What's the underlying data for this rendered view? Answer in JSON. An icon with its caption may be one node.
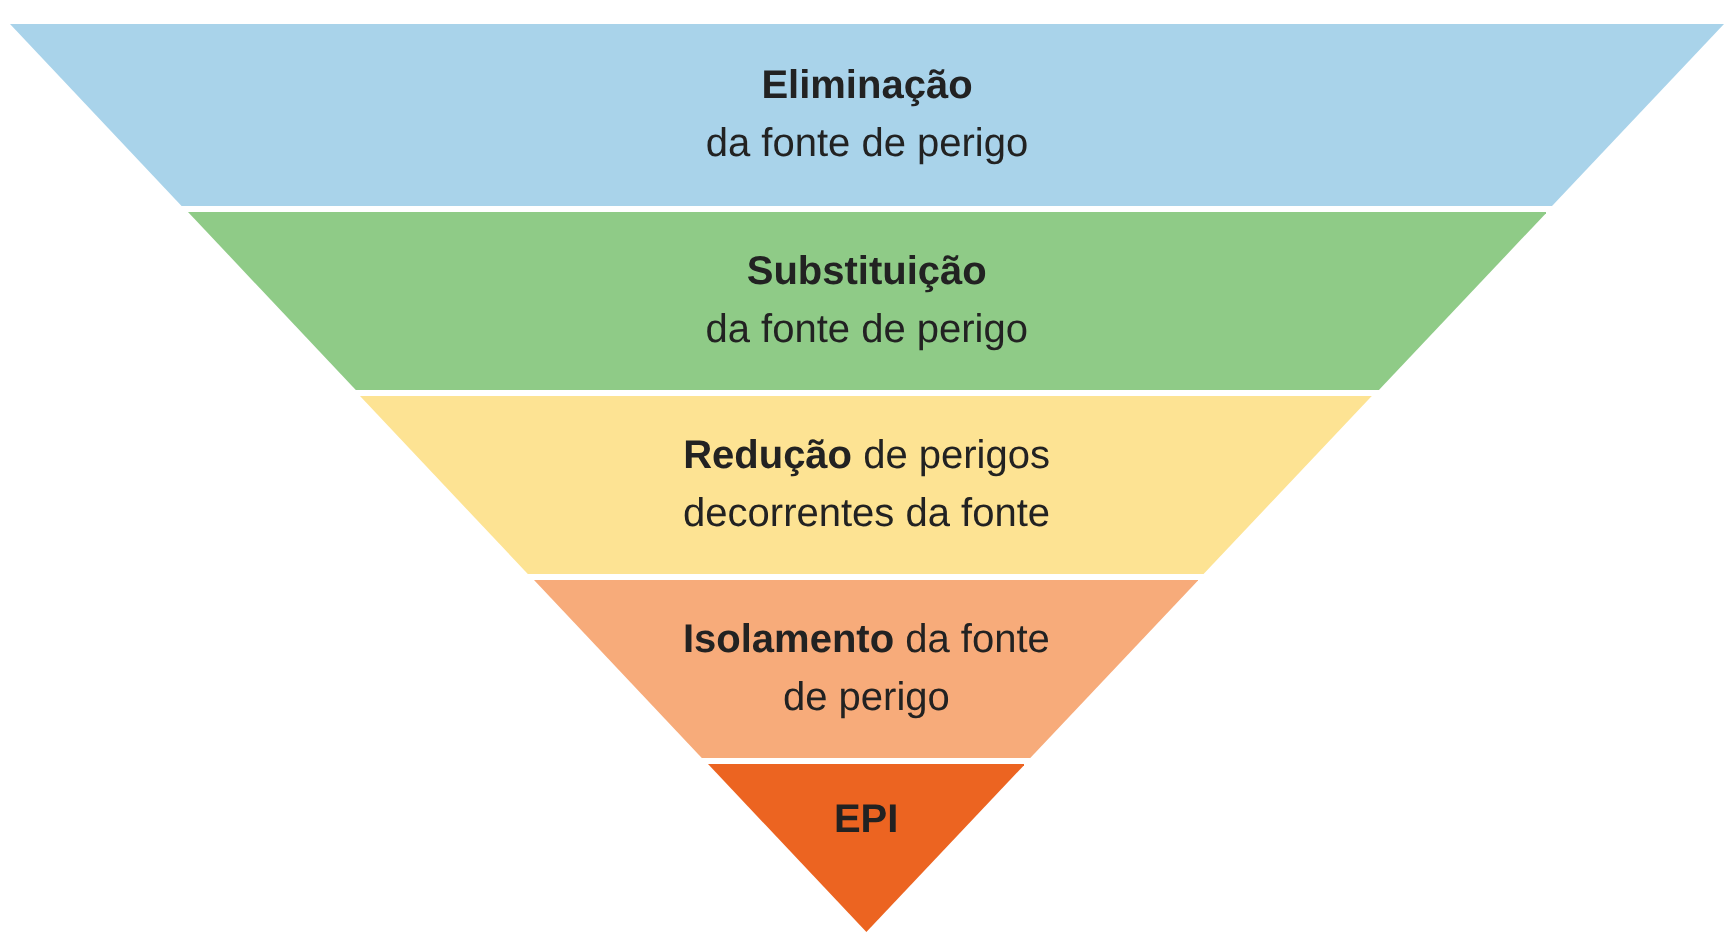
{
  "diagram": {
    "nodes": [
      {
        "text": [
          "Eliminação",
          "da fonte de perigo"
        ]
      },
      {
        "text": [
          "Substituição",
          "da fonte de perigo"
        ]
      },
      {
        "text": [
          "**Redução** de perigos decorrentes da fonte"
        ]
      },
      {
        "text": [
          "**Isolamento** da fonte de perigo"
        ]
      },
      {
        "text": [
          "EPI"
        ]
      }
    ]
  }
}
